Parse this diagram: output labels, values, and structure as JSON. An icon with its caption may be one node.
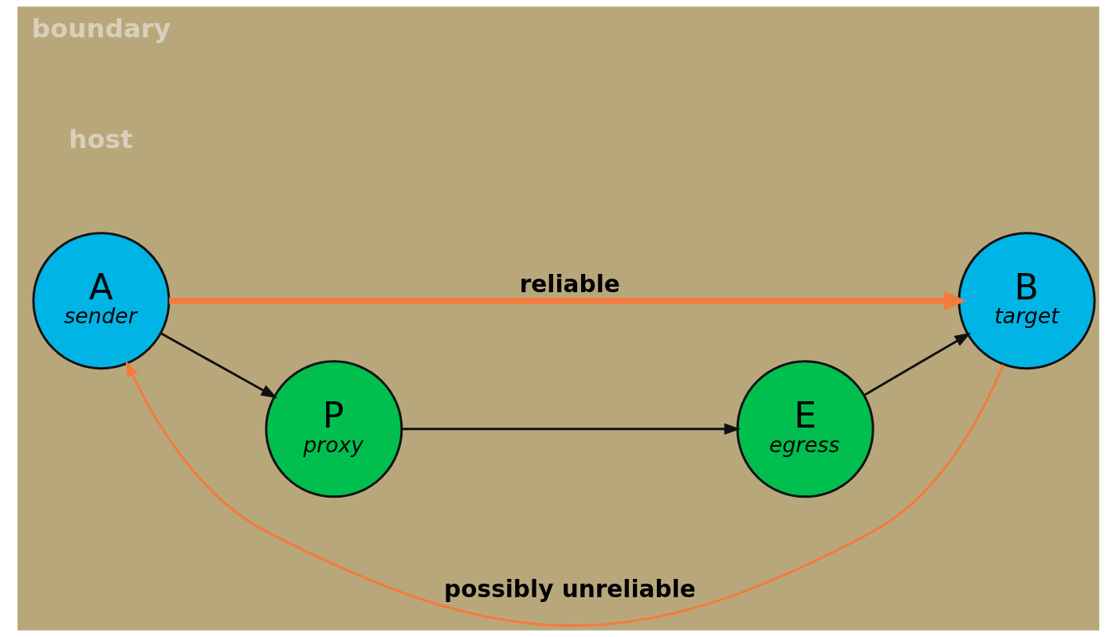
{
  "diagram": {
    "nodes": [
      {
        "text": [
          "A",
          "sender"
        ]
      },
      {
        "text": [
          "B",
          "target"
        ]
      },
      {
        "text": [
          "P",
          "proxy"
        ]
      },
      {
        "text": [
          "E",
          "egress"
        ]
      }
    ],
    "edges": [
      {
        "from": 1,
        "to": 0,
        "arrow": "to",
        "label": "possibly unreliable",
        "color": "#f47a3c"
      },
      {
        "from": 0,
        "to": 1,
        "arrow": "to",
        "label": "reliable",
        "style": "thick",
        "color": "#f47a3c"
      },
      {
        "from": 0,
        "to": 2,
        "arrow": "to"
      },
      {
        "from": 2,
        "to": 3,
        "arrow": "to"
      },
      {
        "from": 3,
        "to": 1,
        "arrow": "to"
      }
    ],
    "labels": [
      "host",
      "boundary"
    ]
  }
}
